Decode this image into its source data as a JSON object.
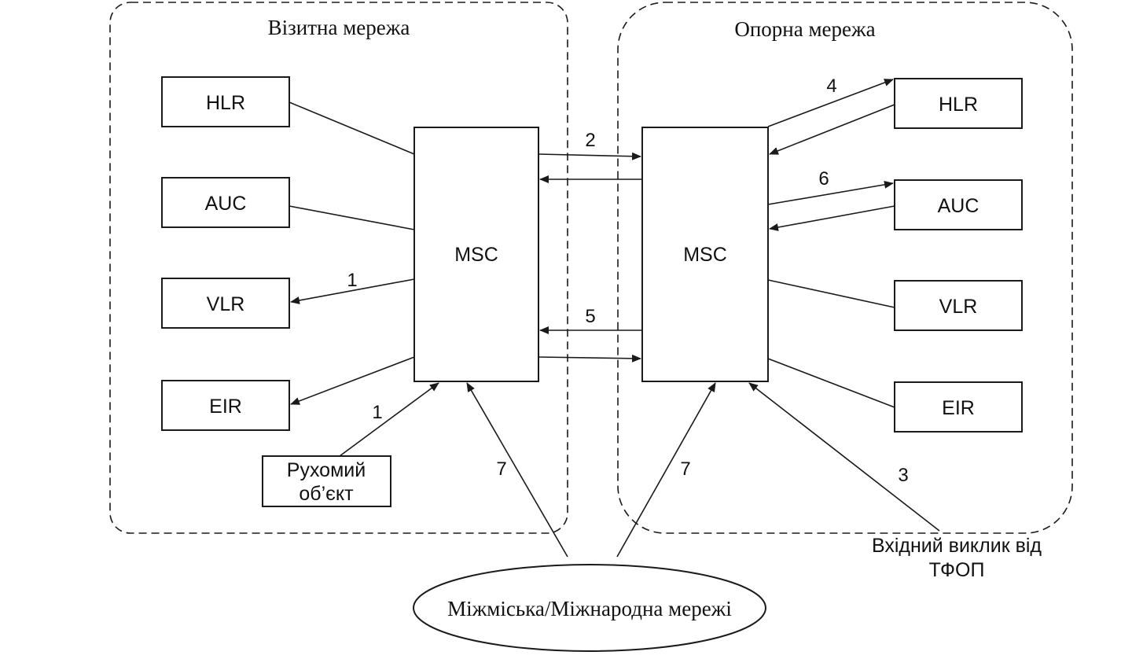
{
  "regions": {
    "visited": {
      "title": "Візитна мережа"
    },
    "home": {
      "title": "Опорна мережа"
    }
  },
  "visited": {
    "hlr": "HLR",
    "auc": "AUC",
    "vlr": "VLR",
    "eir": "EIR",
    "msc": "MSC",
    "mobile": {
      "line1": "Рухомий",
      "line2": "об’єкт"
    }
  },
  "home": {
    "hlr": "HLR",
    "auc": "AUC",
    "vlr": "VLR",
    "eir": "EIR",
    "msc": "MSC"
  },
  "external": {
    "network": "Міжміська/Міжнародна мережі",
    "incoming": {
      "line1": "Вхідний виклик від",
      "line2": "ТФОП"
    }
  },
  "steps": {
    "s1_vlr": "1",
    "s1_mobile": "1",
    "s2": "2",
    "s3": "3",
    "s4": "4",
    "s5": "5",
    "s6": "6",
    "s7_left": "7",
    "s7_right": "7"
  }
}
